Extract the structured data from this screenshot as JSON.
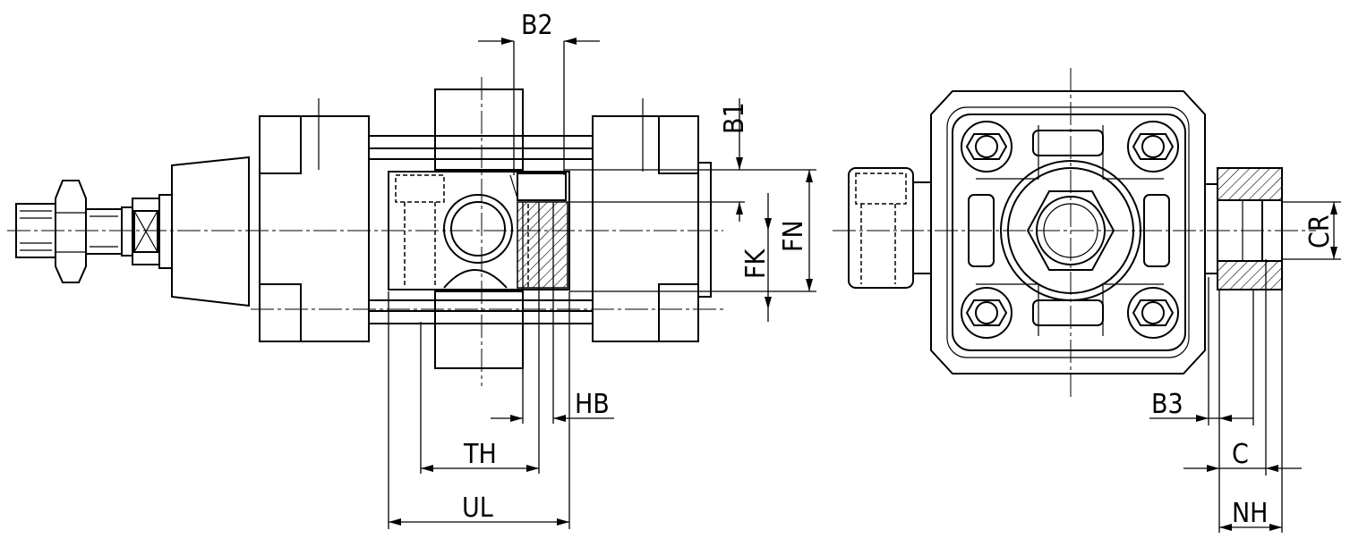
{
  "labels": {
    "b2": "B2",
    "b1": "B1",
    "fn": "FN",
    "fk": "FK",
    "hb": "HB",
    "th": "TH",
    "ul": "UL",
    "cr": "CR",
    "b3": "B3",
    "c": "C",
    "nh": "NH"
  }
}
